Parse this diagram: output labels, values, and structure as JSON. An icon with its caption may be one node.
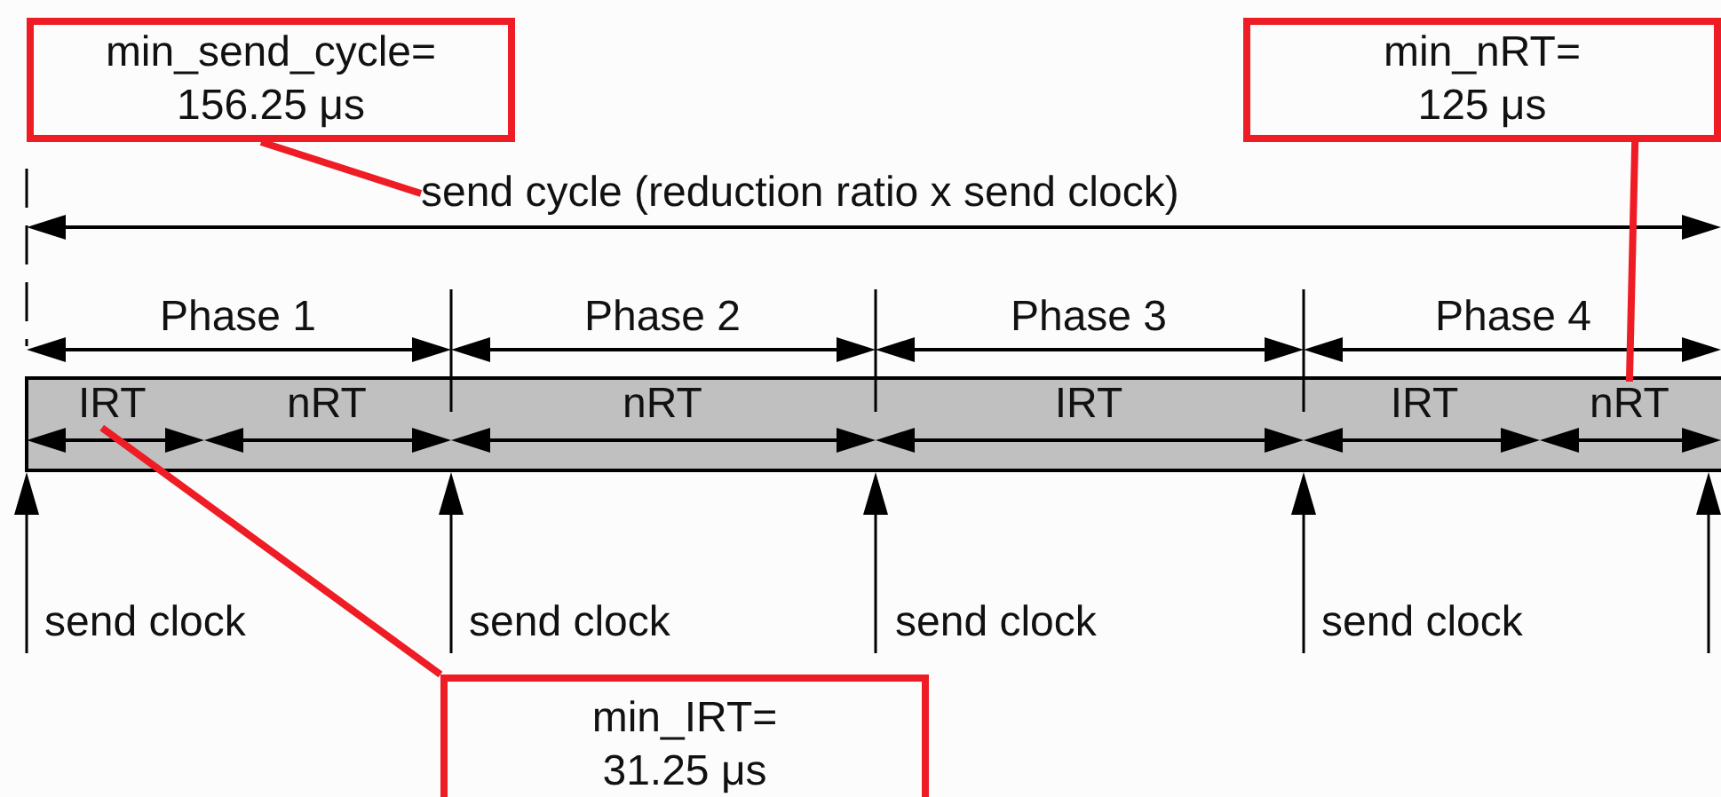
{
  "diagram": {
    "nodes": [
      {
        "text": [
          "min_send_cycle= 156.25 μs"
        ]
      },
      {
        "text": [
          "min_nRT= 125 μs"
        ]
      },
      {
        "text": [
          "min_IRT= 31.25 μs"
        ]
      },
      {
        "text": [
          "send cycle (reduction ratio x send clock)"
        ]
      },
      {
        "text": [
          "IRT"
        ]
      },
      {
        "text": [
          "nRT"
        ]
      }
    ],
    "edges": [
      {
        "from": 0,
        "to": 3,
        "arrow": "none"
      },
      {
        "from": 1,
        "to": 5,
        "arrow": "none"
      },
      {
        "from": 2,
        "to": 4,
        "arrow": "none"
      }
    ],
    "labels": [
      "Phase 1",
      "Phase 2",
      "Phase 3",
      "Phase 4",
      "nRT",
      "nRT",
      "IRT",
      "IRT",
      "send clock",
      "send clock",
      "send clock",
      "send clock"
    ]
  }
}
